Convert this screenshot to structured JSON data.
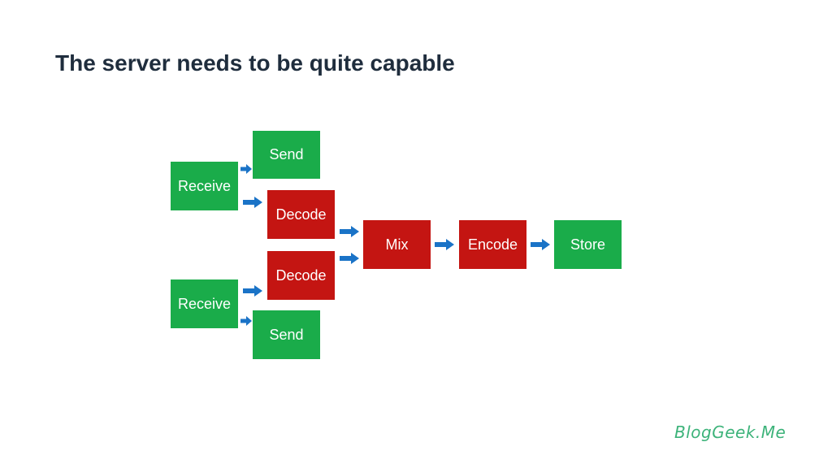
{
  "title": "The server needs to be quite capable",
  "colors": {
    "green": "#1aac4a",
    "red": "#c41512",
    "arrow": "#1a73c7",
    "title": "#1f2d3d",
    "logo": "#3db37a"
  },
  "nodes": {
    "receive_top": "Receive",
    "send_top": "Send",
    "decode_top": "Decode",
    "decode_bottom": "Decode",
    "receive_bottom": "Receive",
    "send_bottom": "Send",
    "mix": "Mix",
    "encode": "Encode",
    "store": "Store"
  },
  "logo": "BlogGeek.Me"
}
